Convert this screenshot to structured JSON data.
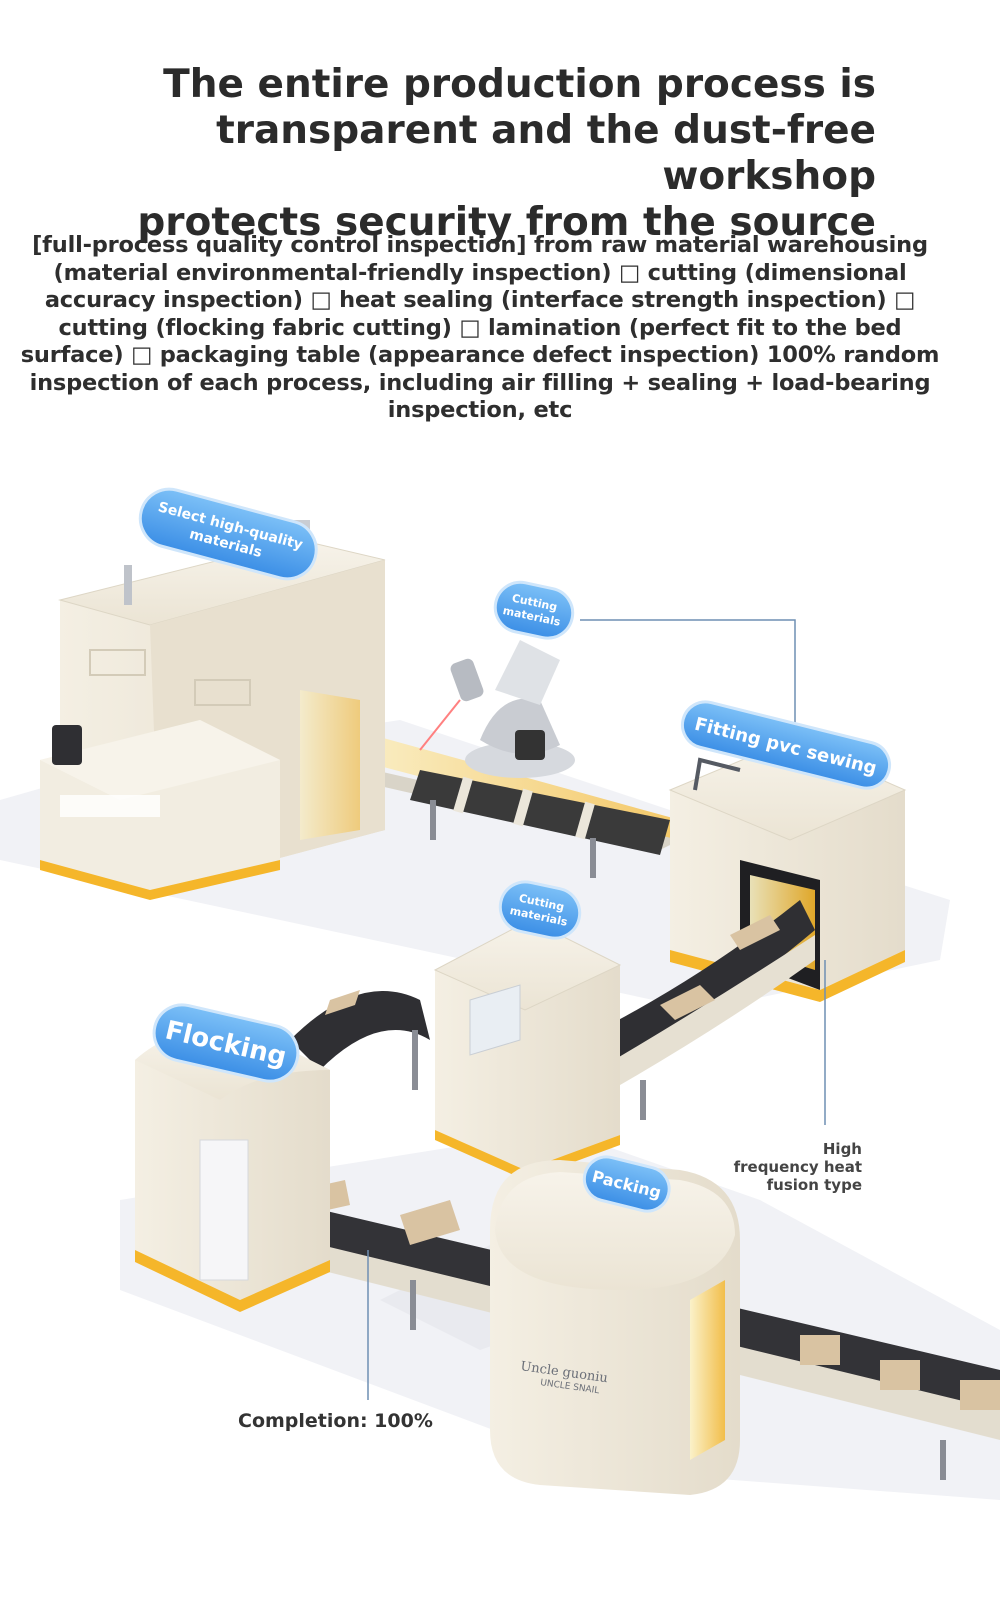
{
  "header": {
    "title_lines": [
      "The entire production process is",
      "transparent and the dust-free workshop",
      "protects security from the source"
    ],
    "description": "[full-process quality control inspection] from raw material warehousing (material environmental-friendly inspection) □ cutting (dimensional accuracy inspection) □ heat sealing (interface strength inspection) □ cutting (flocking fabric cutting) □ lamination (perfect fit to the bed surface) □ packaging table (appearance defect inspection) 100% random inspection of each process, including air filling + sealing + load-bearing inspection, etc"
  },
  "stations": {
    "select_materials": "Select high-quality materials",
    "select_line1": "Select high-quality",
    "select_line2": "materials",
    "cutting_top_line1": "Cutting",
    "cutting_top_line2": "materials",
    "fitting": "Fitting pvc sewing",
    "cutting_mid_line1": "Cutting",
    "cutting_mid_line2": "materials",
    "flocking": "Flocking",
    "packing": "Packing"
  },
  "callouts": {
    "hf_line1": "High",
    "hf_line2": "frequency heat",
    "hf_line3": "fusion type",
    "completion": "Completion: 100%"
  },
  "brand": {
    "line1": "Uncle guoniu",
    "line2": "UNCLE SNAIL"
  },
  "colors": {
    "pill": "#5aa9f0",
    "building": "#efe9da",
    "accent": "#f5b62a",
    "belt": "#3a3a3a"
  }
}
